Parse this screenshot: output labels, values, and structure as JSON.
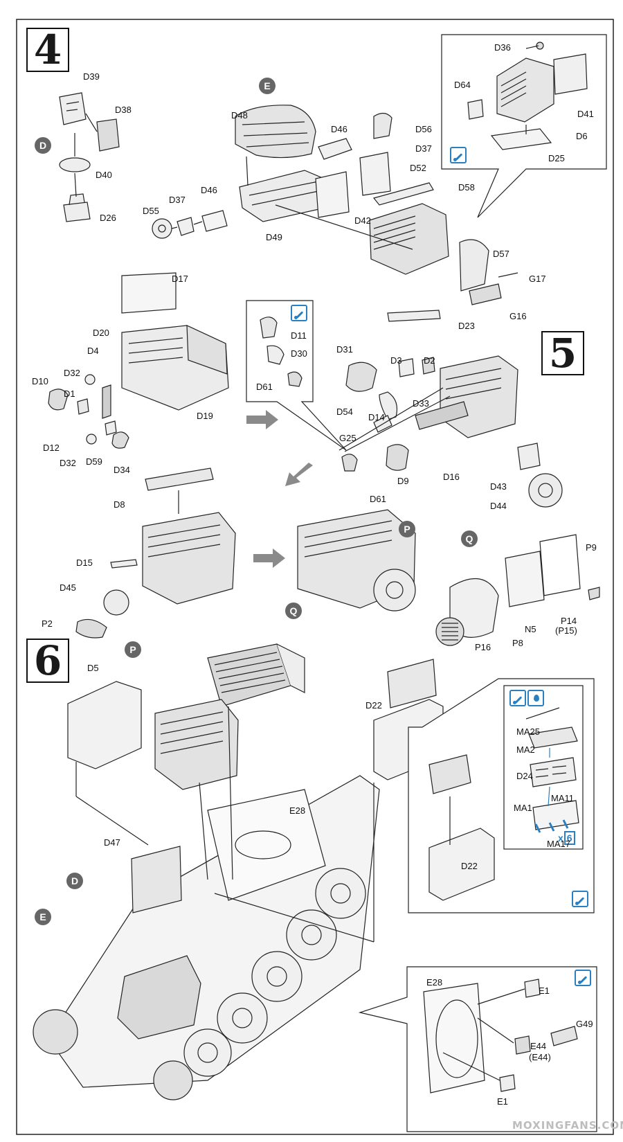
{
  "steps": {
    "four": "4",
    "five": "5",
    "six": "6"
  },
  "markers": {
    "D": "D",
    "E": "E",
    "P": "P",
    "Q": "Q"
  },
  "step4_labels": {
    "D39": "D39",
    "D38": "D38",
    "D40": "D40",
    "D26": "D26",
    "D48": "D48",
    "D46a": "D46",
    "D56": "D56",
    "D37a": "D37",
    "D52": "D52",
    "D58": "D58",
    "D42": "D42",
    "D49": "D49",
    "D37b": "D37",
    "D46b": "D46",
    "D55": "D55",
    "D57": "D57",
    "G17": "G17",
    "G16": "G16",
    "D36": "D36",
    "D64": "D64",
    "D41": "D41",
    "D6": "D6",
    "D25": "D25"
  },
  "step5_labels": {
    "D17": "D17",
    "D20": "D20",
    "D4": "D4",
    "D32a": "D32",
    "D10": "D10",
    "D1": "D1",
    "D12": "D12",
    "D32b": "D32",
    "D59": "D59",
    "D34": "D34",
    "D19": "D19",
    "D11": "D11",
    "D30": "D30",
    "D61a": "D61",
    "D23": "D23",
    "D31": "D31",
    "D3": "D3",
    "D2": "D2",
    "D54": "D54",
    "D33": "D33",
    "D14": "D14",
    "G25": "G25",
    "D9": "D9",
    "D16": "D16",
    "D43": "D43",
    "D44": "D44",
    "D61b": "D61",
    "D8": "D8",
    "D15": "D15",
    "D45": "D45",
    "P2": "P2",
    "P9": "P9",
    "N5": "N5",
    "P14": "P14",
    "P15": "(P15)",
    "P16": "P16",
    "P8": "P8"
  },
  "step6_labels": {
    "D5": "D5",
    "D22a": "D22",
    "E28a": "E28",
    "D47": "D47",
    "MA25": "MA25",
    "MA2": "MA2",
    "D24": "D24",
    "MA11": "MA11",
    "MA1": "MA1",
    "MA17": "MA17",
    "x6": "x",
    "x6n": "6",
    "D22b": "D22",
    "E28b": "E28",
    "E1a": "E1",
    "G49": "G49",
    "E44": "E44",
    "E44b": "(E44)",
    "E1b": "E1"
  },
  "watermark": "MOXINGFANS.COM",
  "colors": {
    "line": "#1a1a1a",
    "accent": "#2a7fc0",
    "marker": "#666666",
    "arrow": "#8a8a8a"
  }
}
